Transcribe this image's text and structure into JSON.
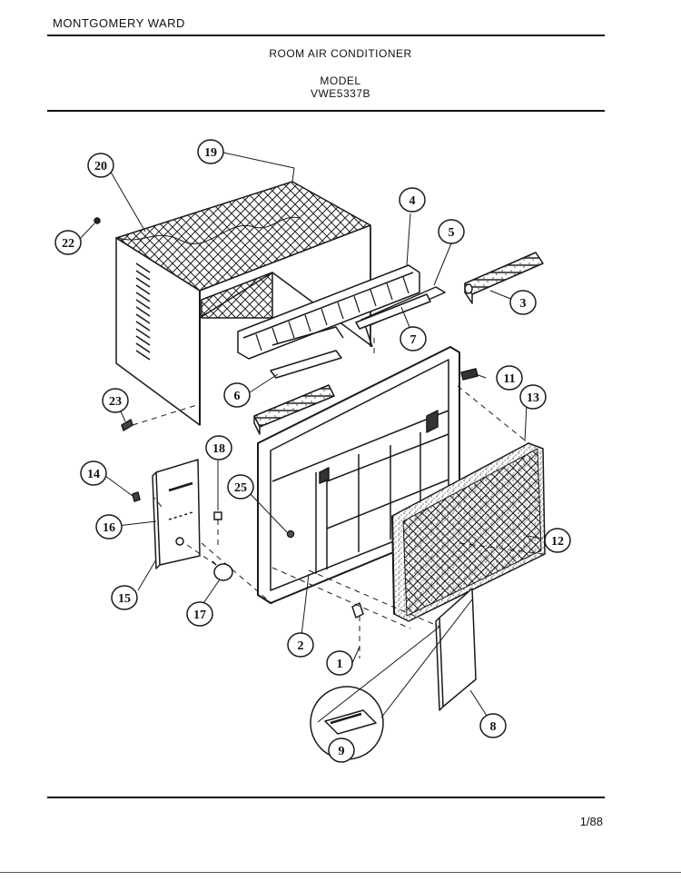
{
  "header": {
    "brand": "MONTGOMERY WARD",
    "product": "ROOM AIR CONDITIONER",
    "model_label": "MODEL",
    "model_number": "VWE5337B"
  },
  "footer": {
    "page": "1/88"
  },
  "callouts": [
    "1",
    "2",
    "3",
    "4",
    "5",
    "6",
    "7",
    "8",
    "9",
    "11",
    "12",
    "13",
    "14",
    "15",
    "16",
    "17",
    "18",
    "19",
    "20",
    "22",
    "23",
    "25"
  ]
}
